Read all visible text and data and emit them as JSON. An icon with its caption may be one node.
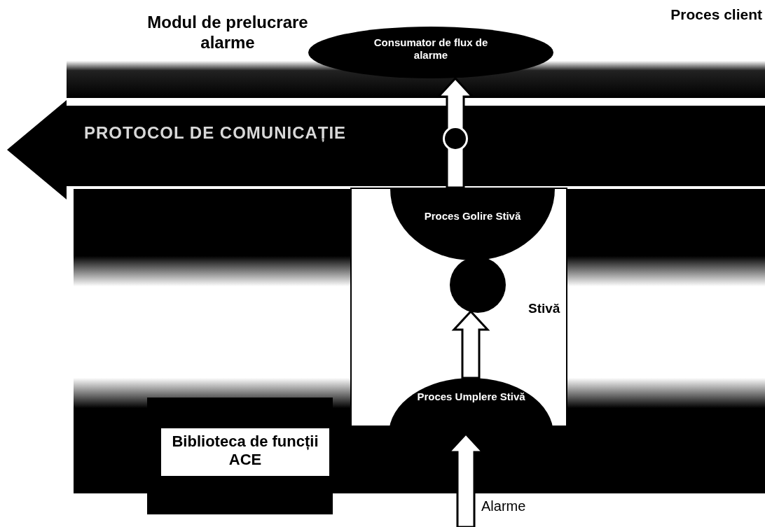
{
  "diagram": {
    "nodes": [
      {
        "text": [
          "Proces client"
        ]
      },
      {
        "text": [
          "Consumator de flux de alarme"
        ],
        "in": 0
      },
      {
        "text": [
          "PROTOCOL DE COMUNICAȚIE"
        ]
      },
      {
        "text": [],
        "shape": "circle",
        "in": 2
      },
      {
        "text": [],
        "shape": "box"
      },
      {
        "text": [
          "Stivă"
        ],
        "in": 4
      },
      {
        "text": [
          "Proces Golire Stivă"
        ],
        "in": 5
      },
      {
        "text": [],
        "shape": "circle",
        "in": 5
      },
      {
        "text": [
          "Proces Umplere Stivă"
        ],
        "in": 4
      },
      {
        "text": [
          "Biblioteca de funcții ACE"
        ]
      }
    ],
    "edges": [
      {
        "from": 6,
        "to": 1,
        "arrow": "to",
        "style": "thick"
      },
      {
        "from": 8,
        "to": 7,
        "arrow": "to",
        "style": "thick"
      },
      {
        "from": null,
        "to": 8,
        "arrow": "to",
        "label": "Alarme",
        "style": "thick"
      }
    ],
    "labels": [
      "Modul de prelucrare alarme"
    ]
  }
}
